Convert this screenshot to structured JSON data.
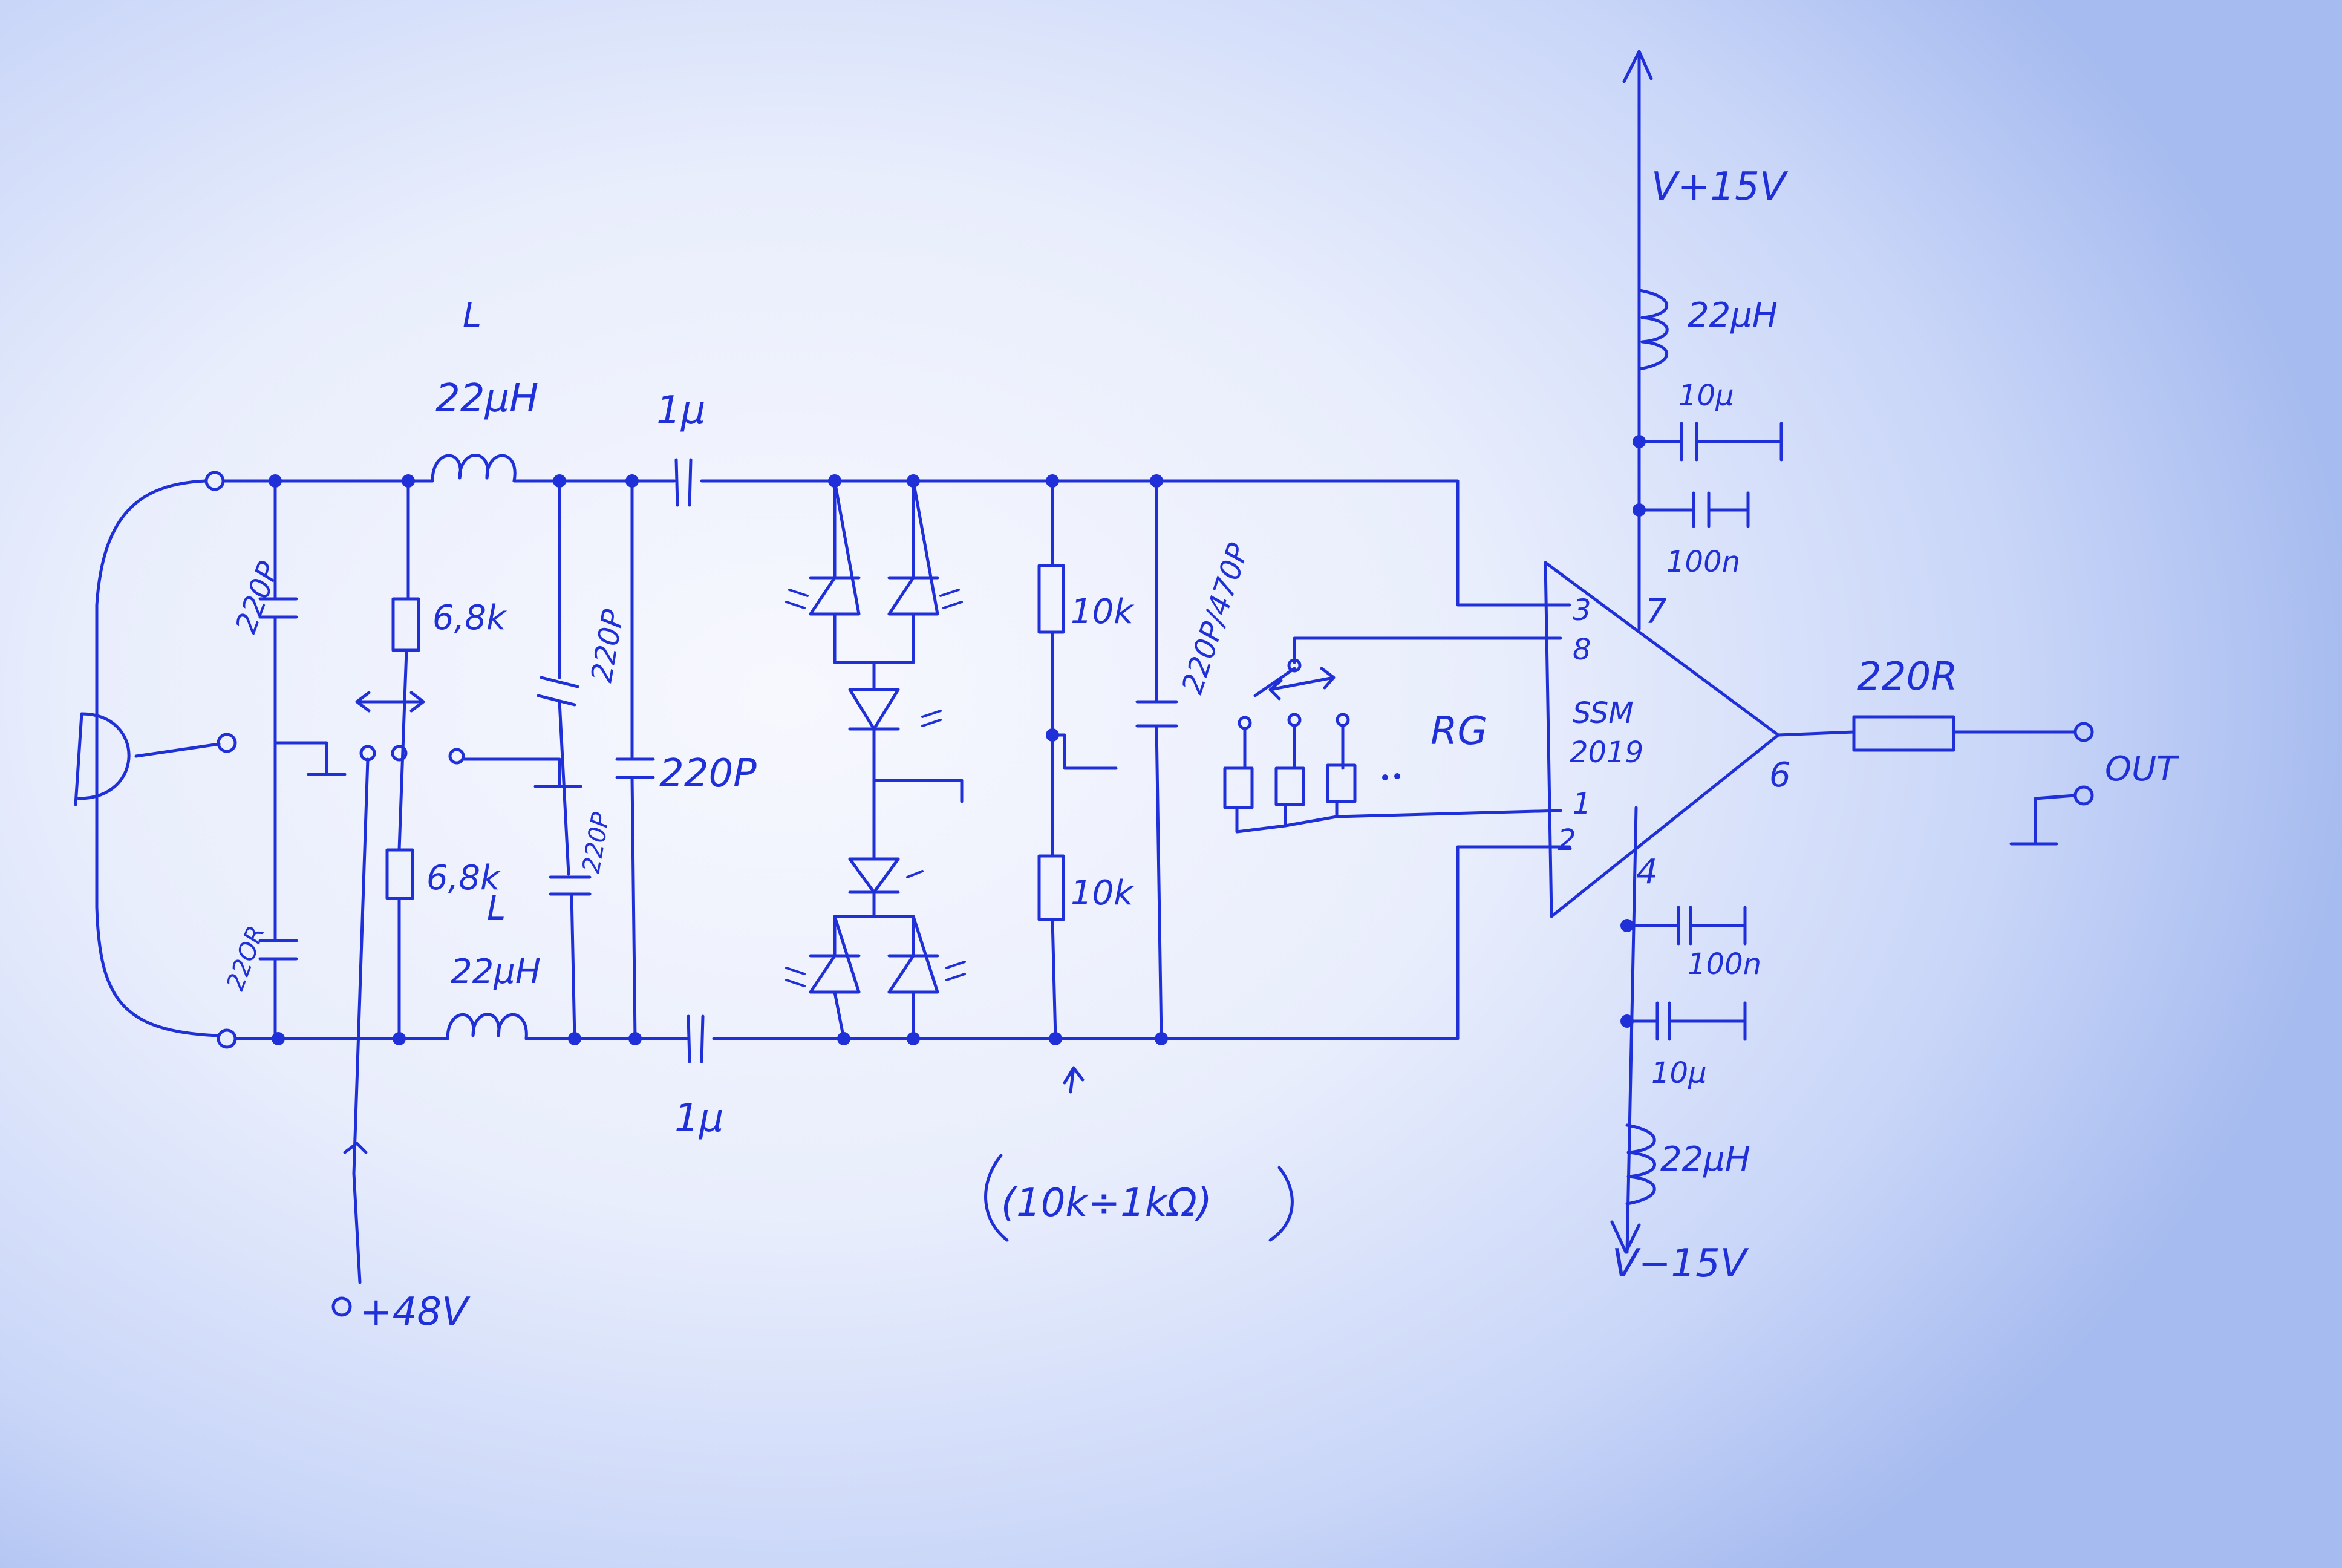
{
  "labels": {
    "l_top_letter": "L",
    "l_top_value": "22μH",
    "cap_in_top": "1μ",
    "cap_in_bottom": "1μ",
    "c_220p_1": "220P",
    "c_220p_2": "22OR",
    "c_220p_3": "220P",
    "c_220p_4": "220P",
    "c_220p_5": "220P",
    "r_68k_top": "6,8k",
    "r_68k_bottom": "6,8k",
    "l_bottom_letter": "L",
    "l_bottom_value": "22μH",
    "r_10k_top": "10k",
    "r_10k_bottom": "10k",
    "r_range": "(10k÷1kΩ)",
    "c_220p_470p": "220P/470P",
    "rg": "RG",
    "ic_name": "SSM",
    "ic_number": "2019",
    "pin3": "3",
    "pin8": "8",
    "pin1": "1",
    "pin2": "2",
    "pin7": "7",
    "pin4": "4",
    "pin6": "6",
    "vplus": "V+15V",
    "vminus": "V−15V",
    "l_plus": "22μH",
    "l_minus": "22μH",
    "c_plus_10u": "10μ",
    "c_plus_100n": "100n",
    "c_minus_100n": "100n",
    "c_minus_10u": "10μ",
    "r_out": "220R",
    "out": "OUT",
    "phantom": "+48V"
  },
  "colors": {
    "ink": "#1f30d8",
    "paper": "#eef2fd"
  }
}
